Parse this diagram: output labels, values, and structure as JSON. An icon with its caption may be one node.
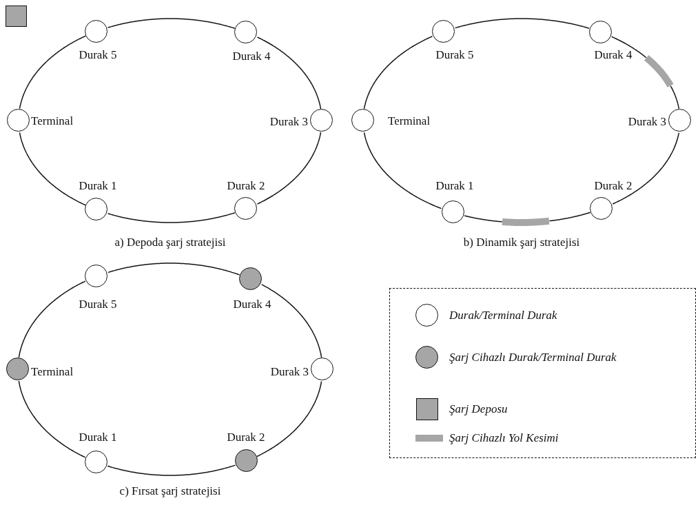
{
  "diagram": {
    "nodes": [
      {
        "text": [],
        "shape": "box"
      },
      {
        "text": [],
        "shape": "circle",
        "beside": [
          "Durak 5"
        ]
      },
      {
        "text": [],
        "shape": "circle",
        "beside": [
          "Durak 4"
        ]
      },
      {
        "text": [],
        "shape": "circle",
        "beside": [
          "Terminal"
        ]
      },
      {
        "text": [],
        "shape": "circle",
        "beside": [
          "Durak 3"
        ]
      },
      {
        "text": [],
        "shape": "circle",
        "beside": [
          "Durak 1"
        ]
      },
      {
        "text": [],
        "shape": "circle",
        "beside": [
          "Durak 2"
        ]
      },
      {
        "text": [],
        "shape": "circle",
        "beside": [
          "Durak 5"
        ]
      },
      {
        "text": [],
        "shape": "circle",
        "beside": [
          "Durak 4"
        ]
      },
      {
        "text": [],
        "shape": "bar"
      },
      {
        "text": [],
        "shape": "circle",
        "beside": [
          "Terminal"
        ]
      },
      {
        "text": [],
        "shape": "circle",
        "beside": [
          "Durak 3"
        ]
      },
      {
        "text": [],
        "shape": "circle",
        "beside": [
          "Durak 1"
        ]
      },
      {
        "text": [],
        "shape": "bar"
      },
      {
        "text": [],
        "shape": "circle",
        "beside": [
          "Durak 2"
        ]
      },
      {
        "text": [],
        "shape": "circle",
        "beside": [
          "Durak 5"
        ]
      },
      {
        "text": [],
        "shape": "circle",
        "beside": [
          "Durak 4"
        ]
      },
      {
        "text": [],
        "shape": "circle",
        "beside": [
          "Terminal"
        ]
      },
      {
        "text": [],
        "shape": "circle",
        "beside": [
          "Durak 3"
        ]
      },
      {
        "text": [],
        "shape": "circle",
        "beside": [
          "Durak 1"
        ]
      },
      {
        "text": [],
        "shape": "circle",
        "beside": [
          "Durak 2"
        ]
      }
    ],
    "edges": [
      {
        "from": 3,
        "to": 5,
        "arrow": "none"
      },
      {
        "from": 5,
        "to": 6,
        "arrow": "none"
      },
      {
        "from": 6,
        "to": 4,
        "arrow": "none"
      },
      {
        "from": 4,
        "to": 2,
        "arrow": "none"
      },
      {
        "from": 2,
        "to": 1,
        "arrow": "none"
      },
      {
        "from": 1,
        "to": 3,
        "arrow": "none"
      },
      {
        "from": 10,
        "to": 12,
        "arrow": "none"
      },
      {
        "from": 12,
        "to": 13,
        "arrow": "none"
      },
      {
        "from": 13,
        "to": 14,
        "arrow": "none"
      },
      {
        "from": 14,
        "to": 11,
        "arrow": "none"
      },
      {
        "from": 11,
        "to": 9,
        "arrow": "none"
      },
      {
        "from": 9,
        "to": 8,
        "arrow": "none"
      },
      {
        "from": 8,
        "to": 7,
        "arrow": "none"
      },
      {
        "from": 7,
        "to": 10,
        "arrow": "none"
      },
      {
        "from": 17,
        "to": 19,
        "arrow": "none"
      },
      {
        "from": 19,
        "to": 20,
        "arrow": "none"
      },
      {
        "from": 20,
        "to": 18,
        "arrow": "none"
      },
      {
        "from": 18,
        "to": 16,
        "arrow": "none"
      },
      {
        "from": 16,
        "to": 15,
        "arrow": "none"
      },
      {
        "from": 15,
        "to": 17,
        "arrow": "none"
      }
    ],
    "labels": [
      "a) Depoda şarj stratejisi",
      "b) Dinamik şarj stratejisi",
      "c) Fırsat şarj stratejisi"
    ],
    "legend": [
      {
        "text": "Durak/Terminal Durak"
      },
      {
        "text": "Şarj Cihazlı Durak/Terminal Durak"
      },
      {
        "text": "Şarj Deposu",
        "color": "#a6a6a6"
      },
      {
        "text": "Şarj Cihazlı Yol Kesimi",
        "color": "#a6a6a6"
      }
    ]
  }
}
